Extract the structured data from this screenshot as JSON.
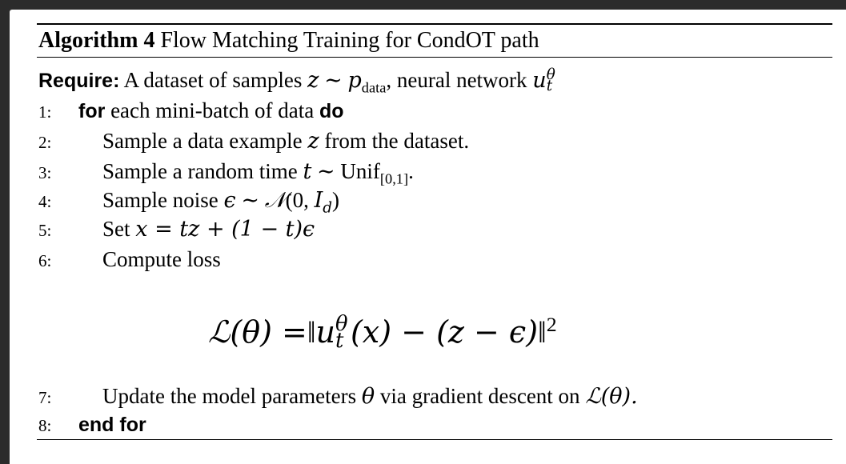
{
  "algorithm": {
    "label": "Algorithm",
    "number": "4",
    "title": "Flow Matching Training for CondOT path"
  },
  "require": {
    "keyword": "Require:",
    "text_a": "A dataset of samples",
    "text_b": ", neural network"
  },
  "lines": [
    {
      "num": "1:",
      "kw_for": "for",
      "text": "each mini-batch of data",
      "kw_do": "do"
    },
    {
      "num": "2:",
      "text_a": "Sample a data example",
      "text_b": "from the dataset."
    },
    {
      "num": "3:",
      "text": "Sample a random time",
      "unif": "Unif",
      "unif_sub": "[0,1]"
    },
    {
      "num": "4:",
      "text": "Sample noise"
    },
    {
      "num": "5:",
      "text": "Set"
    },
    {
      "num": "6:",
      "text": "Compute loss"
    },
    {
      "num": "7:",
      "text_a": "Update the model parameters",
      "text_b": "via gradient descent on"
    },
    {
      "num": "8:",
      "kw_end": "end for"
    }
  ],
  "math": {
    "z": "z",
    "p": "p",
    "data_sub": "data",
    "u": "u",
    "theta": "θ",
    "t": "t",
    "sim": "∼",
    "eps": "ϵ",
    "normal": "𝒩",
    "normal_args_a": "(0,",
    "I": "I",
    "d": "d",
    "close": ")",
    "set_expr": "x = tz + (1 − t)ϵ",
    "loss_lhs": "ℒ(θ) =",
    "loss_norm_open": "‖",
    "loss_arg": "(x) − (z − ϵ)",
    "loss_norm_close": "‖",
    "loss_pow": "2",
    "L_theta": "ℒ(θ)."
  }
}
